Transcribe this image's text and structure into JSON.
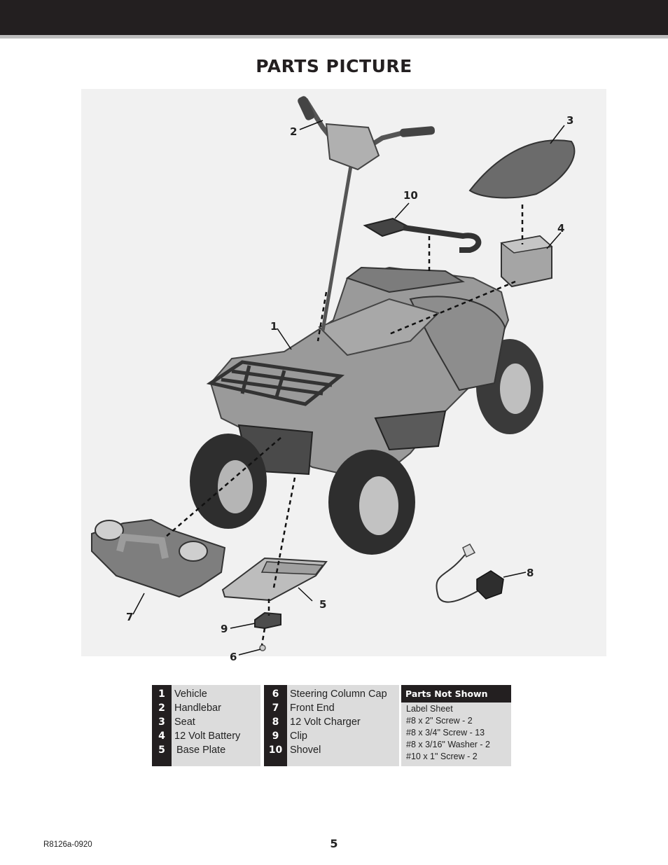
{
  "page_title": "PARTS PICTURE",
  "callouts": [
    "1",
    "2",
    "3",
    "4",
    "5",
    "6",
    "7",
    "8",
    "9",
    "10"
  ],
  "parts_left": [
    {
      "num": "1",
      "name": "Vehicle"
    },
    {
      "num": "2",
      "name": "Handlebar"
    },
    {
      "num": "3",
      "name": "Seat"
    },
    {
      "num": "4",
      "name": "12 Volt Battery"
    },
    {
      "num": "5",
      "name": "Base Plate"
    }
  ],
  "parts_right": [
    {
      "num": "6",
      "name": "Steering Column Cap"
    },
    {
      "num": "7",
      "name": "Front End"
    },
    {
      "num": "8",
      "name": "12 Volt Charger"
    },
    {
      "num": "9",
      "name": "Clip"
    },
    {
      "num": "10",
      "name": "Shovel"
    }
  ],
  "parts_not_shown": {
    "header": "Parts Not Shown",
    "items": [
      "Label Sheet",
      "#8 x 2\" Screw - 2",
      "#8 x 3/4\" Screw - 13",
      "#8 x 3/16\" Washer - 2",
      "#10 x 1\" Screw - 2"
    ]
  },
  "footer": {
    "doc_code": "R8126a-0920",
    "page_number": "5"
  }
}
